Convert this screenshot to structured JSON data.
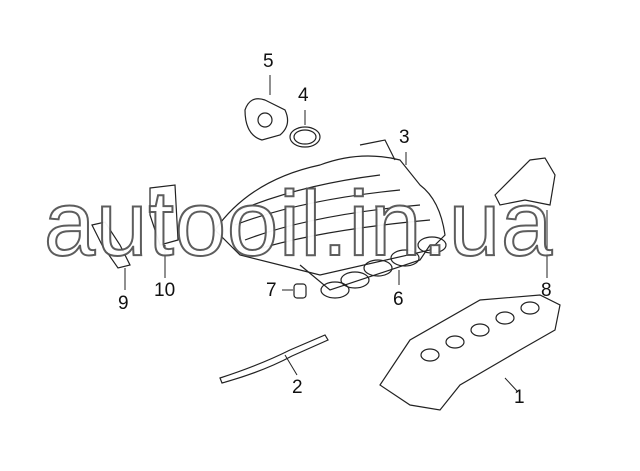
{
  "title": "Intake manifold parts diagram",
  "watermark": "autooil.in.ua",
  "callouts": [
    {
      "id": "1",
      "part": "lower-intake-manifold"
    },
    {
      "id": "2",
      "part": "gasket-strip"
    },
    {
      "id": "3",
      "part": "upper-intake-manifold"
    },
    {
      "id": "4",
      "part": "o-ring"
    },
    {
      "id": "5",
      "part": "gasket-plate"
    },
    {
      "id": "6",
      "part": "manifold-gaskets"
    },
    {
      "id": "7",
      "part": "bushing"
    },
    {
      "id": "8",
      "part": "support-bracket"
    },
    {
      "id": "9",
      "part": "bracket-left"
    },
    {
      "id": "10",
      "part": "bracket-center"
    }
  ]
}
